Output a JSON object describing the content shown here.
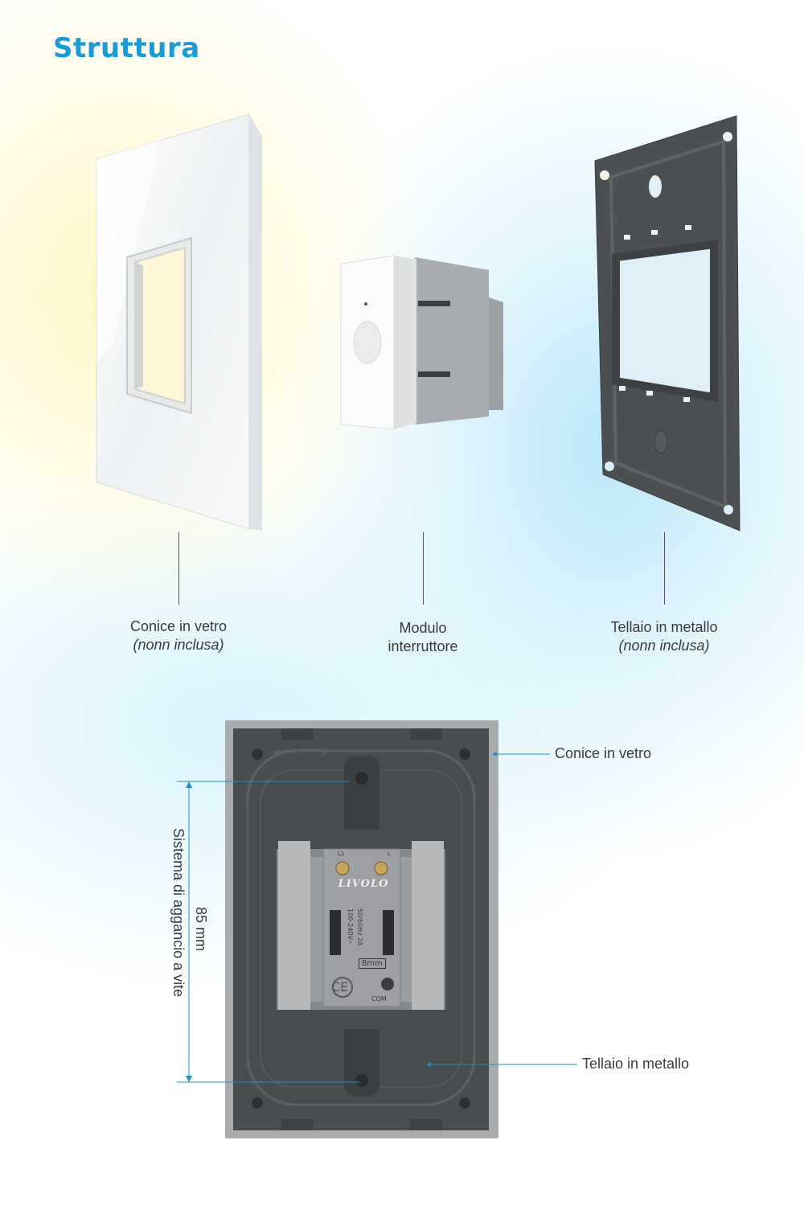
{
  "page": {
    "title": "Struttura"
  },
  "parts": [
    {
      "name": "Conice in vetro",
      "note": "(nonn inclusa)"
    },
    {
      "name": "Modulo",
      "name2": "interruttore"
    },
    {
      "name": "Tellaio in metallo",
      "note": "(nonn inclusa)"
    }
  ],
  "back_view": {
    "callout_glass": "Conice in vetro",
    "callout_frame": "Tellaio in metallo",
    "dimension": "85 mm",
    "system_label": "Sistema di aggancio a vite",
    "brand": "LIVOLO",
    "module_text_1": "100-240V~",
    "module_text_2": "50/60Hz 2A",
    "module_text_3": "8mm",
    "module_text_com": "COM",
    "module_text_l1": "L1",
    "module_text_l": "L"
  },
  "colors": {
    "accent": "#1a9ad6",
    "frame": "#4d5052",
    "glass": "#f4f5f6",
    "module": "#f7f7f7",
    "callout_line": "#1a8fd0"
  }
}
